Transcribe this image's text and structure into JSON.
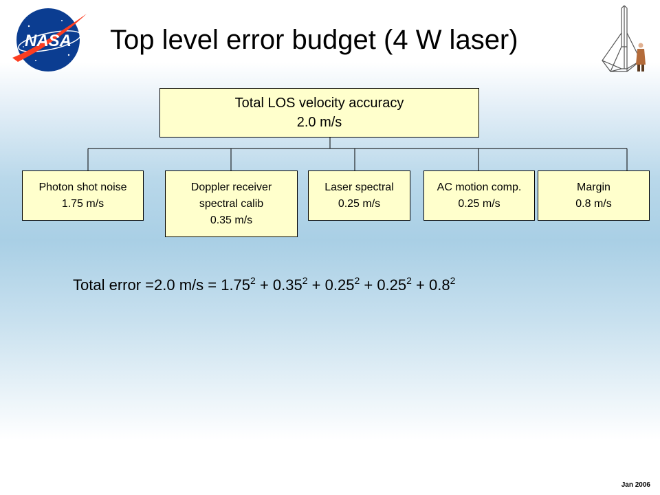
{
  "slide": {
    "title": "Top level error budget (4 W laser)",
    "footer": "Jan 2006"
  },
  "logo": {
    "text": "NASA",
    "icon": "nasa-meatball-logo"
  },
  "illustration": {
    "icon": "rocket-with-man-icon"
  },
  "tree": {
    "root": {
      "line1": "Total LOS velocity accuracy",
      "line2": "2.0 m/s"
    },
    "children": [
      {
        "line1": "Photon shot noise",
        "line2": "1.75 m/s"
      },
      {
        "line1": "Doppler receiver",
        "line2": "spectral calib",
        "line3": "0.35 m/s"
      },
      {
        "line1": "Laser spectral",
        "line2": "0.25 m/s"
      },
      {
        "line1": "AC motion comp.",
        "line2": "0.25 m/s"
      },
      {
        "line1": "Margin",
        "line2": "0.8 m/s"
      }
    ]
  },
  "equation": {
    "prefix": "Total error =2.0 m/s = ",
    "terms": [
      {
        "base": "1.75",
        "exp": "2"
      },
      {
        "base": "0.35",
        "exp": "2"
      },
      {
        "base": "0.25",
        "exp": "2"
      },
      {
        "base": "0.25",
        "exp": "2"
      },
      {
        "base": "0.8",
        "exp": "2"
      }
    ],
    "plus": " + "
  },
  "colors": {
    "box_fill": "#ffffcc",
    "nasa_blue": "#0b3d91",
    "nasa_red": "#fc3d21"
  }
}
